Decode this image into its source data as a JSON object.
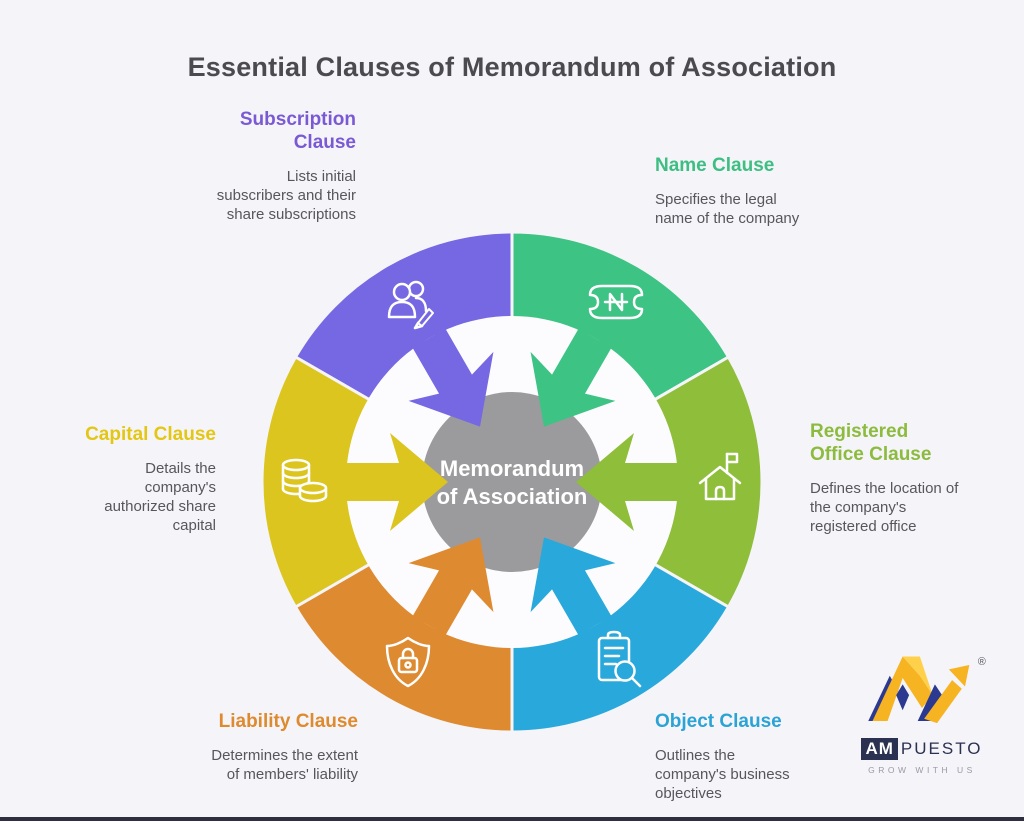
{
  "title": "Essential Clauses of Memorandum of Association",
  "center": {
    "line1": "Memorandum",
    "line2": "of Association",
    "circle_color": "#9b9b9d",
    "text_color": "#ffffff"
  },
  "clauses": [
    {
      "id": "subscription",
      "title": "Subscription Clause",
      "description": "Lists initial subscribers and their share subscriptions",
      "title_color": "#7a5ad4",
      "segment_color": "#7667e2",
      "icon": "subscribers-pencil-icon"
    },
    {
      "id": "name",
      "title": "Name Clause",
      "description": "Specifies the legal name of the company",
      "title_color": "#3dbe82",
      "segment_color": "#3dc383",
      "icon": "name-tag-icon"
    },
    {
      "id": "registered",
      "title": "Registered Office Clause",
      "description": "Defines the location of the company's registered office",
      "title_color": "#8cbb3e",
      "segment_color": "#8ebe3a",
      "icon": "house-flag-icon"
    },
    {
      "id": "object",
      "title": "Object Clause",
      "description": "Outlines the company's business objectives",
      "title_color": "#2ba3d4",
      "segment_color": "#29a8db",
      "icon": "clipboard-magnifier-icon"
    },
    {
      "id": "liability",
      "title": "Liability Clause",
      "description": "Determines the extent of members' liability",
      "title_color": "#de8a2e",
      "segment_color": "#de8a31",
      "icon": "shield-lock-icon"
    },
    {
      "id": "capital",
      "title": "Capital Clause",
      "description": "Details the company's authorized share capital",
      "title_color": "#e3c714",
      "segment_color": "#dcc51f",
      "icon": "coins-icon"
    }
  ],
  "wheel": {
    "inner_color": "#fcfcfe",
    "divider_color": "#f5f4f9",
    "background": "#f5f4f9"
  },
  "logo": {
    "am": "AM",
    "puesto": "PUESTO",
    "tagline": "GROW WITH US",
    "registered_mark": "®",
    "gold": "#f6b322",
    "navy": "#2b3a90"
  }
}
